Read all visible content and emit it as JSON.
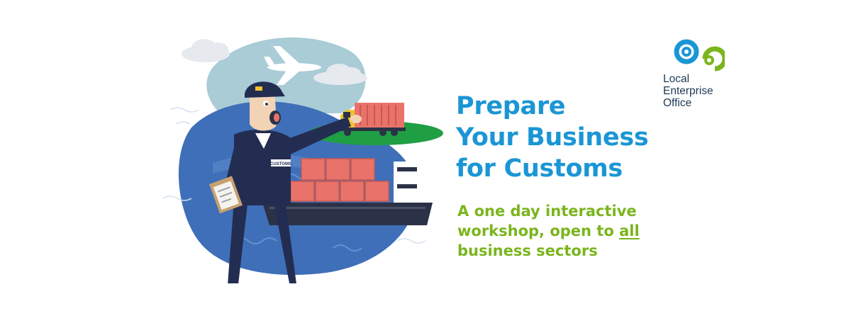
{
  "headline": {
    "line1": "Prepare",
    "line2": "Your Business",
    "line3": "for Customs"
  },
  "subheadline": {
    "line1": "A one day interactive",
    "line2_prefix": "workshop, open to ",
    "line2_emphasis": "all",
    "line3": "business sectors"
  },
  "logo": {
    "line1": "Local",
    "line2": "Enterprise",
    "line3": "Office"
  },
  "illustration": {
    "badge_text": "CUSTOMS"
  },
  "colors": {
    "headline": "#1b96d4",
    "subheadline": "#7ab51d",
    "logo_blue": "#1b96d4",
    "logo_green": "#7ab51d",
    "logo_text": "#1d3a55",
    "sea": "#3f6fb8",
    "sky": "#a9ccd6",
    "container": "#e9736b",
    "ship_hull": "#2b3247",
    "officer": "#232d52"
  }
}
